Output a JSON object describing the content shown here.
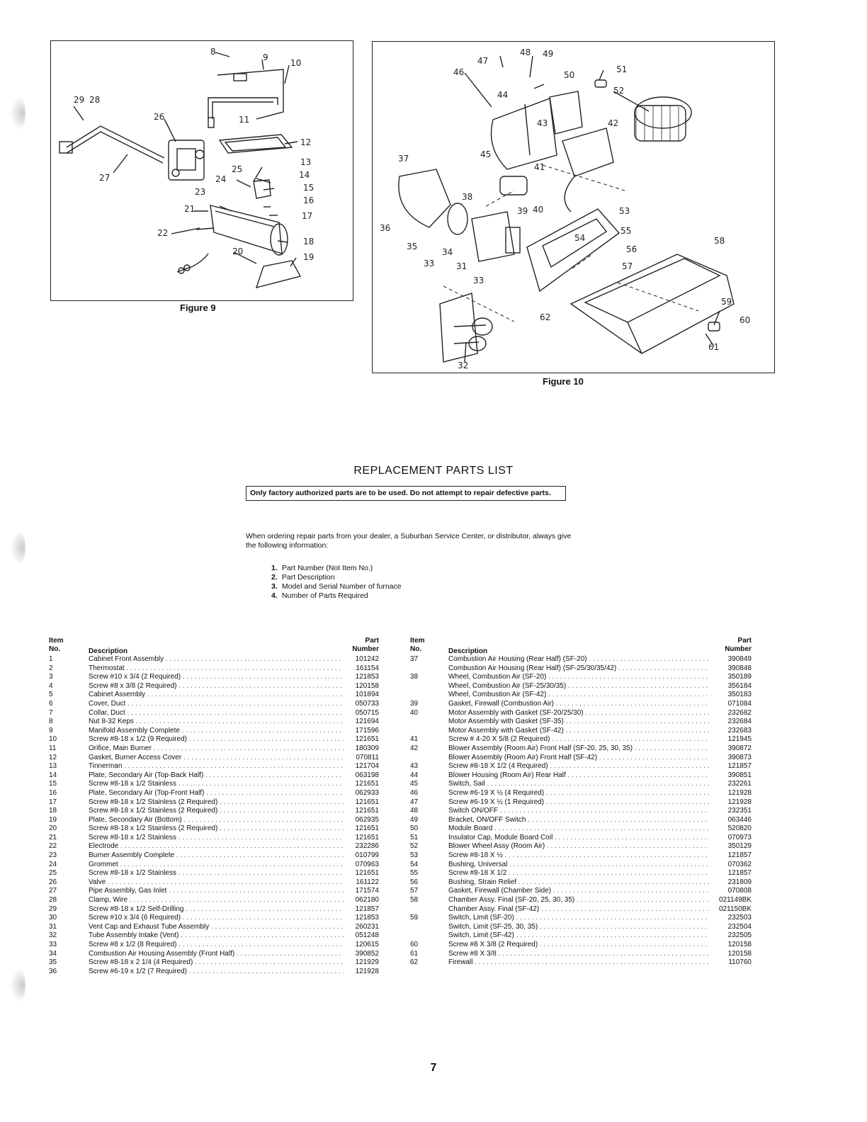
{
  "figure9": {
    "caption": "Figure 9",
    "callouts": [
      "8",
      "9",
      "10",
      "29",
      "28",
      "26",
      "11",
      "12",
      "27",
      "13",
      "25",
      "14",
      "24",
      "15",
      "23",
      "16",
      "21",
      "17",
      "22",
      "18",
      "20",
      "19"
    ]
  },
  "figure10": {
    "caption": "Figure 10",
    "callouts": [
      "48",
      "49",
      "47",
      "46",
      "50",
      "51",
      "44",
      "52",
      "43",
      "42",
      "45",
      "37",
      "41",
      "38",
      "36",
      "39",
      "40",
      "53",
      "55",
      "54",
      "35",
      "58",
      "34",
      "56",
      "33",
      "31",
      "57",
      "33",
      "62",
      "59",
      "60",
      "61",
      "32"
    ]
  },
  "title": "REPLACEMENT PARTS LIST",
  "warning": "Only factory authorized parts are to be used. Do not attempt to repair defective parts.",
  "intro": "When ordering repair parts from your dealer, a Suburban Service Center, or distributor, always give the following information:",
  "steps": [
    {
      "n": "1.",
      "text": "Part Number (Not Item No.)"
    },
    {
      "n": "2.",
      "text": "Part Description"
    },
    {
      "n": "3.",
      "text": "Model and Serial Number of furnace"
    },
    {
      "n": "4.",
      "text": "Number of Parts Required"
    }
  ],
  "headers": {
    "item": "Item",
    "no": "No.",
    "description": "Description",
    "part": "Part",
    "number": "Number"
  },
  "left_parts": [
    {
      "no": "1",
      "desc": "Cabinet Front Assembly",
      "pn": "101242"
    },
    {
      "no": "2",
      "desc": "Thermostat",
      "pn": "161154"
    },
    {
      "no": "3",
      "desc": "Screw #10 x 3/4 (2 Required)",
      "pn": "121853"
    },
    {
      "no": "4",
      "desc": "Screw #8 x 3/8 (2 Required)",
      "pn": "120158"
    },
    {
      "no": "5",
      "desc": "Cabinet Assembly",
      "pn": "101894"
    },
    {
      "no": "6",
      "desc": "Cover, Duct",
      "pn": "050733"
    },
    {
      "no": "7",
      "desc": "Collar, Duct",
      "pn": "050715"
    },
    {
      "no": "8",
      "desc": "Nut 8-32 Keps",
      "pn": "121694"
    },
    {
      "no": "9",
      "desc": "Manifold Assembly Complete",
      "pn": "171596"
    },
    {
      "no": "10",
      "desc": "Screw #8-18 x 1/2 (9 Required)",
      "pn": "121651"
    },
    {
      "no": "11",
      "desc": "Orifice, Main Burner",
      "pn": "180309"
    },
    {
      "no": "12",
      "desc": "Gasket, Burner Access Cover",
      "pn": "070811"
    },
    {
      "no": "13",
      "desc": "Tinnerman",
      "pn": "121704"
    },
    {
      "no": "14",
      "desc": "Plate, Secondary Air (Top-Back Half)",
      "pn": "063198"
    },
    {
      "no": "15",
      "desc": "Screw #8-18 x 1/2 Stainless",
      "pn": "121651"
    },
    {
      "no": "16",
      "desc": "Plate, Secondary Air (Top-Front Half)",
      "pn": "062933"
    },
    {
      "no": "17",
      "desc": "Screw #8-18 x 1/2 Stainless (2 Required)",
      "pn": "121651"
    },
    {
      "no": "18",
      "desc": "Screw #8-18 x 1/2 Stainless (2 Required)",
      "pn": "121651"
    },
    {
      "no": "19",
      "desc": "Plate, Secondary Air (Bottom)",
      "pn": "062935"
    },
    {
      "no": "20",
      "desc": "Screw #8-18 x 1/2 Stainless (2 Required)",
      "pn": "121651"
    },
    {
      "no": "21",
      "desc": "Screw #8-18 x 1/2 Stainless",
      "pn": "121651"
    },
    {
      "no": "22",
      "desc": "Electrode",
      "pn": "232286"
    },
    {
      "no": "23",
      "desc": "Burner Assembly Complete",
      "pn": "010799"
    },
    {
      "no": "24",
      "desc": "Grommet",
      "pn": "070963"
    },
    {
      "no": "25",
      "desc": "Screw #8-18 x 1/2 Stainless",
      "pn": "121651"
    },
    {
      "no": "26",
      "desc": "Valve",
      "pn": "161122"
    },
    {
      "no": "27",
      "desc": "Pipe Assembly, Gas Inlet",
      "pn": "171574"
    },
    {
      "no": "28",
      "desc": "Clamp, Wire",
      "pn": "062180"
    },
    {
      "no": "29",
      "desc": "Screw #8-18 x 1/2 Self-Drilling",
      "pn": "121857"
    },
    {
      "no": "30",
      "desc": "Screw #10 x 3/4 (6 Required)",
      "pn": "121853"
    },
    {
      "no": "31",
      "desc": "Vent Cap and Exhaust Tube Assembly",
      "pn": "260231"
    },
    {
      "no": "32",
      "desc": "Tube Assembly Intake (Vent)",
      "pn": "051248"
    },
    {
      "no": "33",
      "desc": "Screw #8 x 1/2 (8 Required)",
      "pn": "120615"
    },
    {
      "no": "34",
      "desc": "Combustion Air Housing Assembly (Front Half)",
      "pn": "390852"
    },
    {
      "no": "35",
      "desc": "Screw #8-18 x 2 1/4 (4 Required)",
      "pn": "121929"
    },
    {
      "no": "36",
      "desc": "Screw #6-19 x 1/2 (7 Required)",
      "pn": "121928"
    }
  ],
  "right_parts": [
    {
      "no": "37",
      "desc": "Combustion Air Housing (Rear Half) (SF-20)",
      "pn": "390849"
    },
    {
      "no": "",
      "desc": "Combustion Air Housing (Rear Half) (SF-25/30/35/42)",
      "pn": "390848"
    },
    {
      "no": "38",
      "desc": "Wheel, Combustion Air (SF-20)",
      "pn": "350189"
    },
    {
      "no": "",
      "desc": "Wheel, Combustion Air (SF-25/30/35)",
      "pn": "356184"
    },
    {
      "no": "",
      "desc": "Wheel, Combustion Air (SF-42)",
      "pn": "350183"
    },
    {
      "no": "39",
      "desc": "Gasket, Firewall (Combustion Air)",
      "pn": "071084"
    },
    {
      "no": "40",
      "desc": "Motor Assembly with Gasket (SF-20/25/30)",
      "pn": "232682"
    },
    {
      "no": "",
      "desc": "Motor Assembly with Gasket (SF-35)",
      "pn": "232684"
    },
    {
      "no": "",
      "desc": "Motor Assembly with Gasket (SF-42)",
      "pn": "232683"
    },
    {
      "no": "41",
      "desc": "Screw # 4-20 X 5/8 (2 Required)",
      "pn": "121945"
    },
    {
      "no": "42",
      "desc": "Blower Assembly (Room Air) Front Half (SF-20, 25, 30, 35)",
      "pn": "390872"
    },
    {
      "no": "",
      "desc": "Blower Assembly (Room Air) Front Half (SF-42)",
      "pn": "390873"
    },
    {
      "no": "43",
      "desc": "Screw #8-18 X 1/2 (4 Required)",
      "pn": "121857"
    },
    {
      "no": "44",
      "desc": "Blower Housing (Room Air) Rear Half",
      "pn": "390851"
    },
    {
      "no": "45",
      "desc": "Switch, Sail",
      "pn": "232261"
    },
    {
      "no": "46",
      "desc": "Screw #6-19 X ½ (4 Required)",
      "pn": "121928"
    },
    {
      "no": "47",
      "desc": "Screw #6-19 X ½ (1 Required)",
      "pn": "121928"
    },
    {
      "no": "48",
      "desc": "Switch ON/OFF",
      "pn": "232351"
    },
    {
      "no": "49",
      "desc": "Bracket, ON/OFF Switch",
      "pn": "063446"
    },
    {
      "no": "50",
      "desc": "Module Board",
      "pn": "520820"
    },
    {
      "no": "51",
      "desc": "Insulator Cap, Module Board Coil",
      "pn": "070973"
    },
    {
      "no": "52",
      "desc": "Blower Wheel Assy (Room Air)",
      "pn": "350129"
    },
    {
      "no": "53",
      "desc": "Screw #8-18 X ½",
      "pn": "121857"
    },
    {
      "no": "54",
      "desc": "Bushing, Universal",
      "pn": "070362"
    },
    {
      "no": "55",
      "desc": "Screw #8-18 X 1/2",
      "pn": "121857"
    },
    {
      "no": "56",
      "desc": "Bushing, Strain Relief",
      "pn": "231809"
    },
    {
      "no": "57",
      "desc": "Gasket, Firewall (Chamber Side)",
      "pn": "070808"
    },
    {
      "no": "58",
      "desc": "Chamber Assy. Final (SF-20, 25, 30, 35)",
      "pn": "021149BK"
    },
    {
      "no": "",
      "desc": "Chamber Assy. Final (SF-42)",
      "pn": "021150BK"
    },
    {
      "no": "59",
      "desc": "Switch, Limit (SF-20)",
      "pn": "232503"
    },
    {
      "no": "",
      "desc": "Switch, Limit (SF-25, 30, 35)",
      "pn": "232504"
    },
    {
      "no": "",
      "desc": "Switch, Limit (SF-42)",
      "pn": "232505"
    },
    {
      "no": "60",
      "desc": "Screw #8 X 3/8 (2 Required)",
      "pn": "120158"
    },
    {
      "no": "61",
      "desc": "Screw #8 X 3/8",
      "pn": "120158"
    },
    {
      "no": "62",
      "desc": "Firewall",
      "pn": "110760"
    }
  ],
  "page_number": "7"
}
